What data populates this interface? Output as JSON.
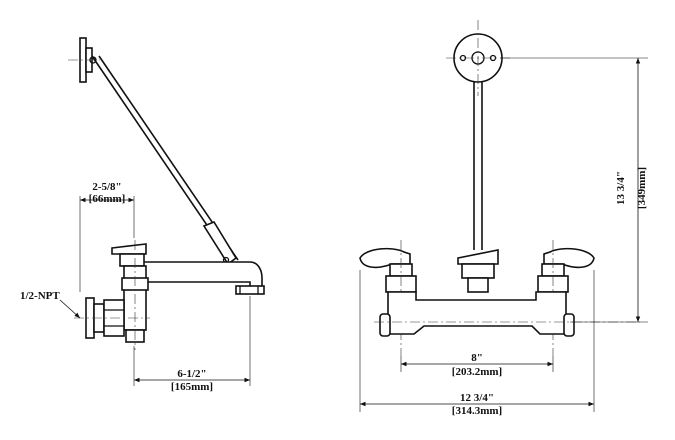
{
  "side_view": {
    "dim_top_in": "2-5/8\"",
    "dim_top_mm": "[66mm]",
    "dim_bottom_in": "6-1/2\"",
    "dim_bottom_mm": "[165mm]",
    "thread_label": "1/2-NPT"
  },
  "front_view": {
    "dim_center_in": "8\"",
    "dim_center_mm": "[203.2mm]",
    "dim_overall_in": "12 3/4\"",
    "dim_overall_mm": "[314.3mm]",
    "dim_height_in": "13 3/4\"",
    "dim_height_mm": "[349mm]"
  }
}
